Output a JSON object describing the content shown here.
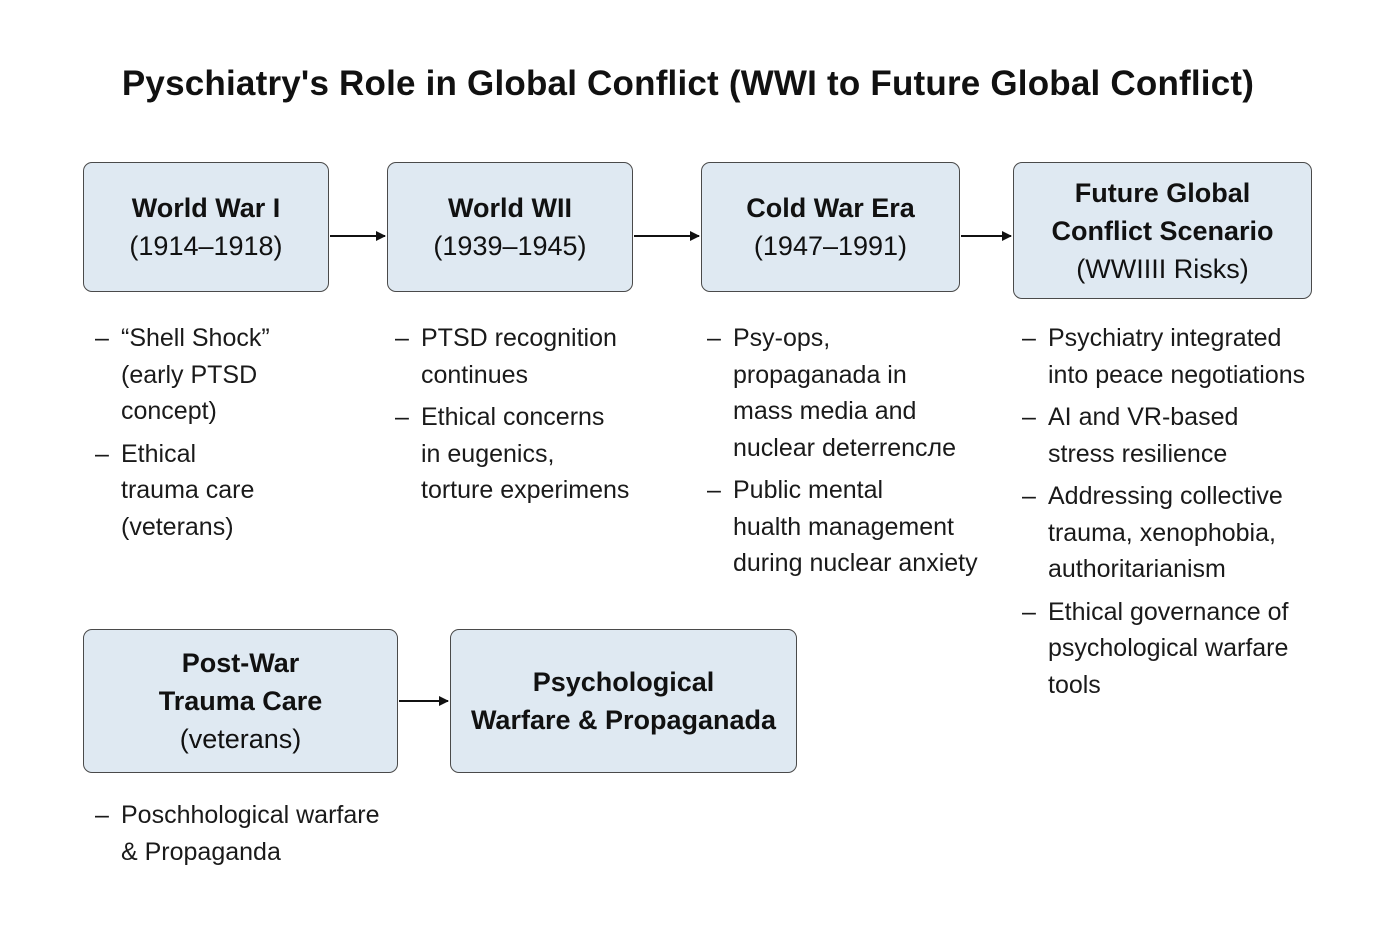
{
  "title": "Pyschiatry's Role in Global Conflict (WWI to Future Global Conflict)",
  "nodes": [
    {
      "id": "ww1",
      "lines": [
        {
          "text": "World War I",
          "bold": true
        },
        {
          "text": "(1914–1918)",
          "bold": false
        }
      ]
    },
    {
      "id": "ww2",
      "lines": [
        {
          "text": "World WII",
          "bold": true
        },
        {
          "text": "(1939–1945)",
          "bold": false
        }
      ]
    },
    {
      "id": "cold-war",
      "lines": [
        {
          "text": "Cold War Era",
          "bold": true
        },
        {
          "text": "(1947–1991)",
          "bold": false
        }
      ]
    },
    {
      "id": "future",
      "lines": [
        {
          "text": "Future Global",
          "bold": true
        },
        {
          "text": "Conflict Scenario",
          "bold": true
        },
        {
          "text": "(WWIIII Risks)",
          "bold": false
        }
      ]
    },
    {
      "id": "post-war",
      "lines": [
        {
          "text": "Post-War",
          "bold": true
        },
        {
          "text": "Trauma Care",
          "bold": true
        },
        {
          "text": "(veterans)",
          "bold": false
        }
      ]
    },
    {
      "id": "psych-warfare",
      "lines": [
        {
          "text": "Psychological",
          "bold": true
        },
        {
          "text": "Warfare & Propaganada",
          "bold": true
        }
      ]
    }
  ],
  "notes": {
    "dash": "–",
    "ww1": [
      [
        "“Shell Shock”",
        "(early PTSD",
        "concept)"
      ],
      [
        "Ethical",
        "trauma care",
        "(veterans)"
      ]
    ],
    "ww2": [
      [
        "PTSD recognition",
        "continues"
      ],
      [
        "Ethical concerns",
        "in eugenics,",
        "torture experimens"
      ]
    ],
    "cold-war": [
      [
        "Psy-ops,",
        "propaganada in",
        "mass media and",
        "nuclear deterrencлe"
      ],
      [
        "Public mental",
        "hualth management",
        "during nuclear anxiety"
      ]
    ],
    "future": [
      [
        "Psychiatry integrated",
        "into peace negotiations"
      ],
      [
        "AI and VR-based",
        "stress resilience"
      ],
      [
        "Addressing collective",
        "trauma, xenophobia,",
        "authoritarianism"
      ],
      [
        "Ethical governance of",
        "psychological warfare",
        "tools"
      ]
    ],
    "post-war": [
      [
        "Poschhological warfare",
        "& Propaganda"
      ]
    ]
  },
  "colors": {
    "box_fill": "#dfe9f2",
    "box_border": "#4a4a4a",
    "arrow": "#111111"
  }
}
